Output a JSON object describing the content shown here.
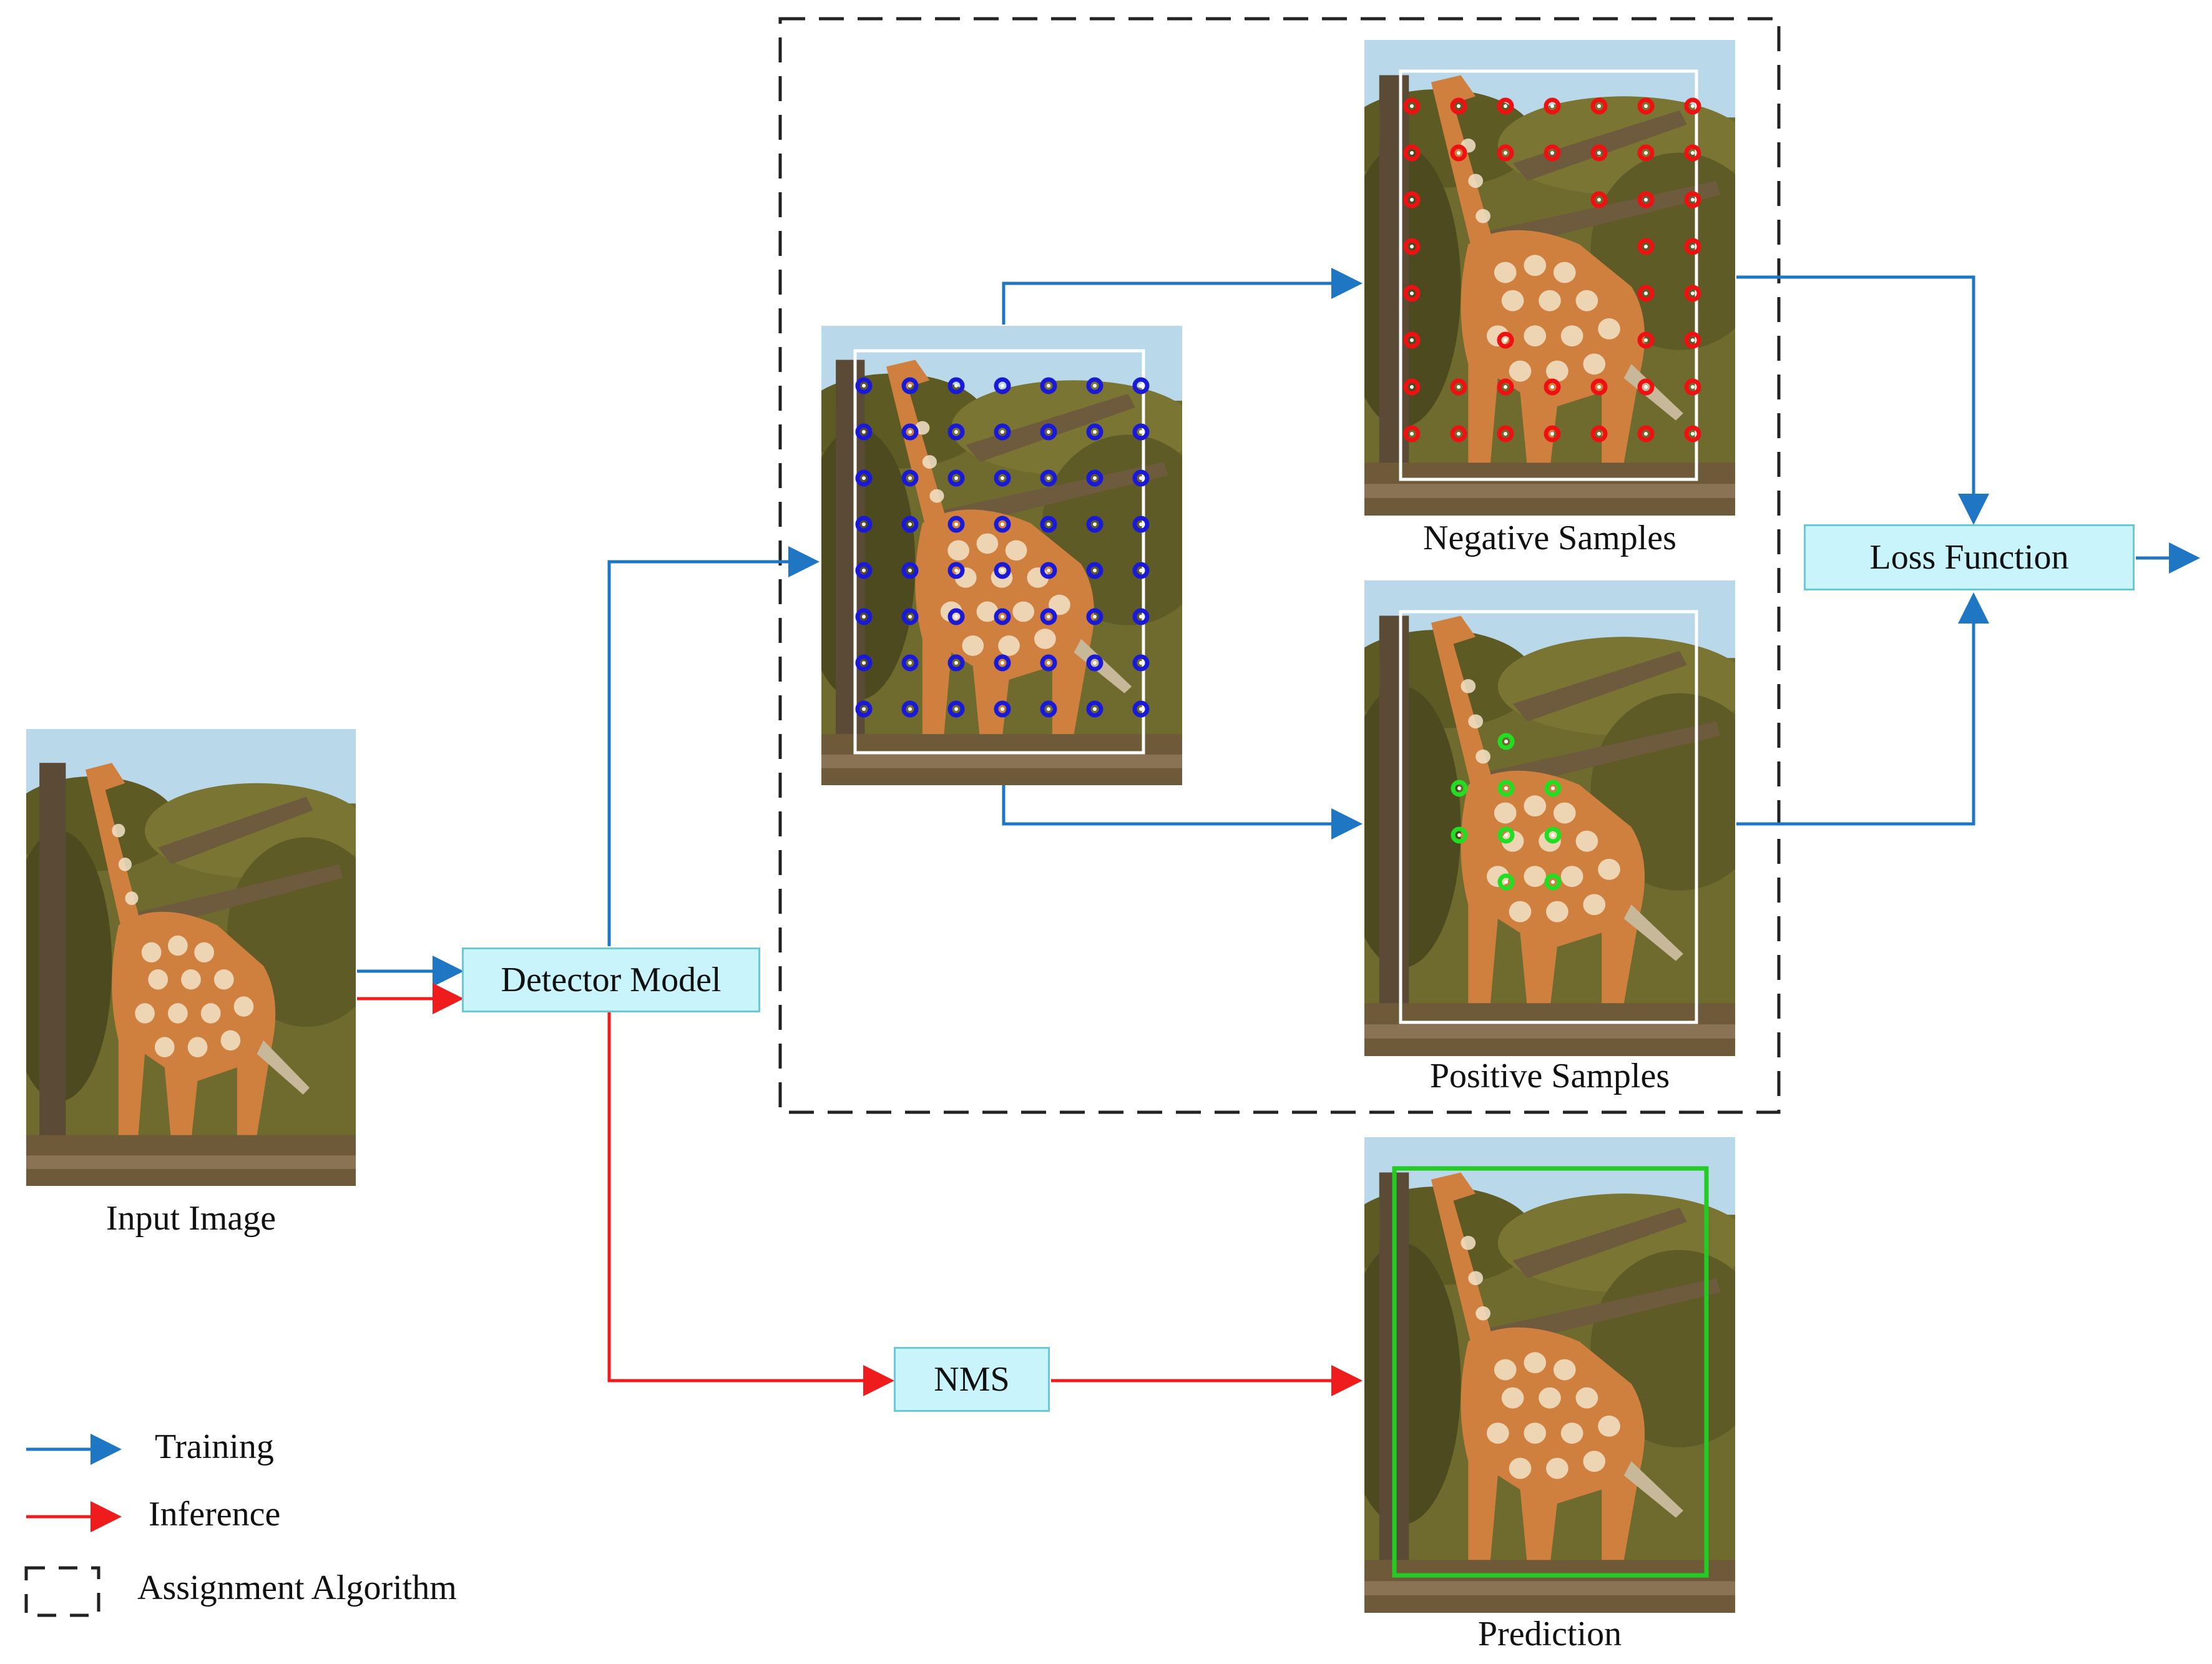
{
  "labels": {
    "input_image": "Input Image",
    "detector_model": "Detector Model",
    "negative_samples": "Negative Samples",
    "positive_samples": "Positive Samples",
    "loss_function": "Loss Function",
    "nms": "NMS",
    "prediction": "Prediction"
  },
  "legend": {
    "training": "Training",
    "inference": "Inference",
    "assignment": "Assignment Algorithm"
  },
  "colors": {
    "training_arrow": "#1f77c4",
    "inference_arrow": "#ee1c1c",
    "box_fill": "#c9f4fb",
    "box_border": "#6cc7d6",
    "anchor_all": "#1a1ad6",
    "anchor_negative": "#ee1111",
    "anchor_positive": "#22dd22",
    "prediction_box": "#22cc22",
    "sky": "#b9d9ea",
    "foliage": "#6f6a2e",
    "giraffe": "#d0803e",
    "ground": "#6e5a38"
  },
  "icons": {
    "photo": "giraffe-photo-icon",
    "grid_dot": "anchor-point-icon"
  }
}
